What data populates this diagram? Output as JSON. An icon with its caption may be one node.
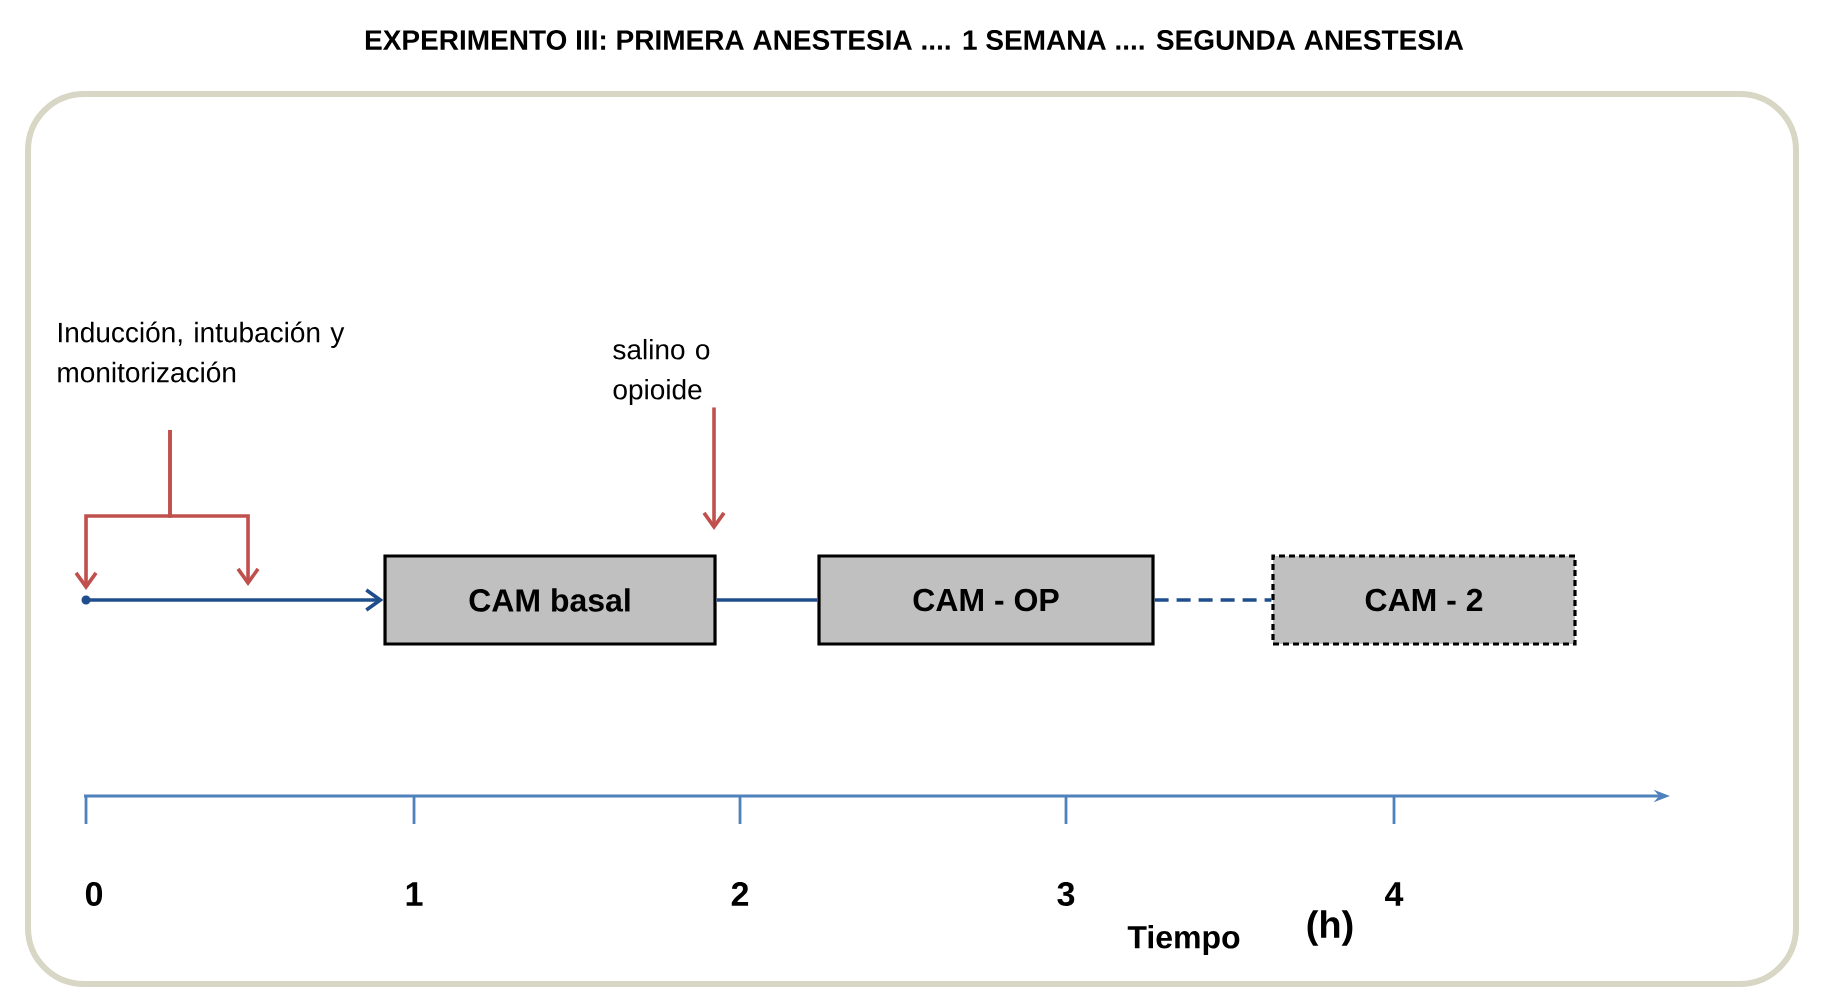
{
  "diagram": {
    "title": "EXPERIMENTO III: PRIMERA ANESTESIA .... 1 SEMANA .... SEGUNDA ANESTESIA",
    "nodes": [
      {
        "text": [
          "Inducción, intubación y monitorización"
        ]
      },
      {
        "text": [],
        "shape": "circle"
      },
      {
        "text": [
          "salino o opioide"
        ]
      },
      {
        "text": [
          "CAM basal"
        ]
      },
      {
        "text": [
          "CAM - OP"
        ]
      },
      {
        "text": [
          "CAM - 2"
        ]
      }
    ],
    "edges": [
      {
        "from": 0,
        "to": 1,
        "arrow": "to",
        "color": "#c0504d"
      },
      {
        "from": 0,
        "to": null,
        "arrow": "to",
        "color": "#c0504d"
      },
      {
        "from": 2,
        "to": null,
        "arrow": "to",
        "color": "#c0504d"
      },
      {
        "from": 1,
        "to": 3,
        "arrow": "to",
        "color": "#1f4e8c"
      },
      {
        "from": 3,
        "to": 4,
        "arrow": "none",
        "color": "#1f4e8c"
      },
      {
        "from": 4,
        "to": 5,
        "arrow": "none",
        "style": "dashed",
        "color": "#1f4e8c"
      }
    ],
    "labels": [
      "0",
      "1",
      "2",
      "3",
      "4",
      "Tiempo",
      "(h)"
    ]
  }
}
